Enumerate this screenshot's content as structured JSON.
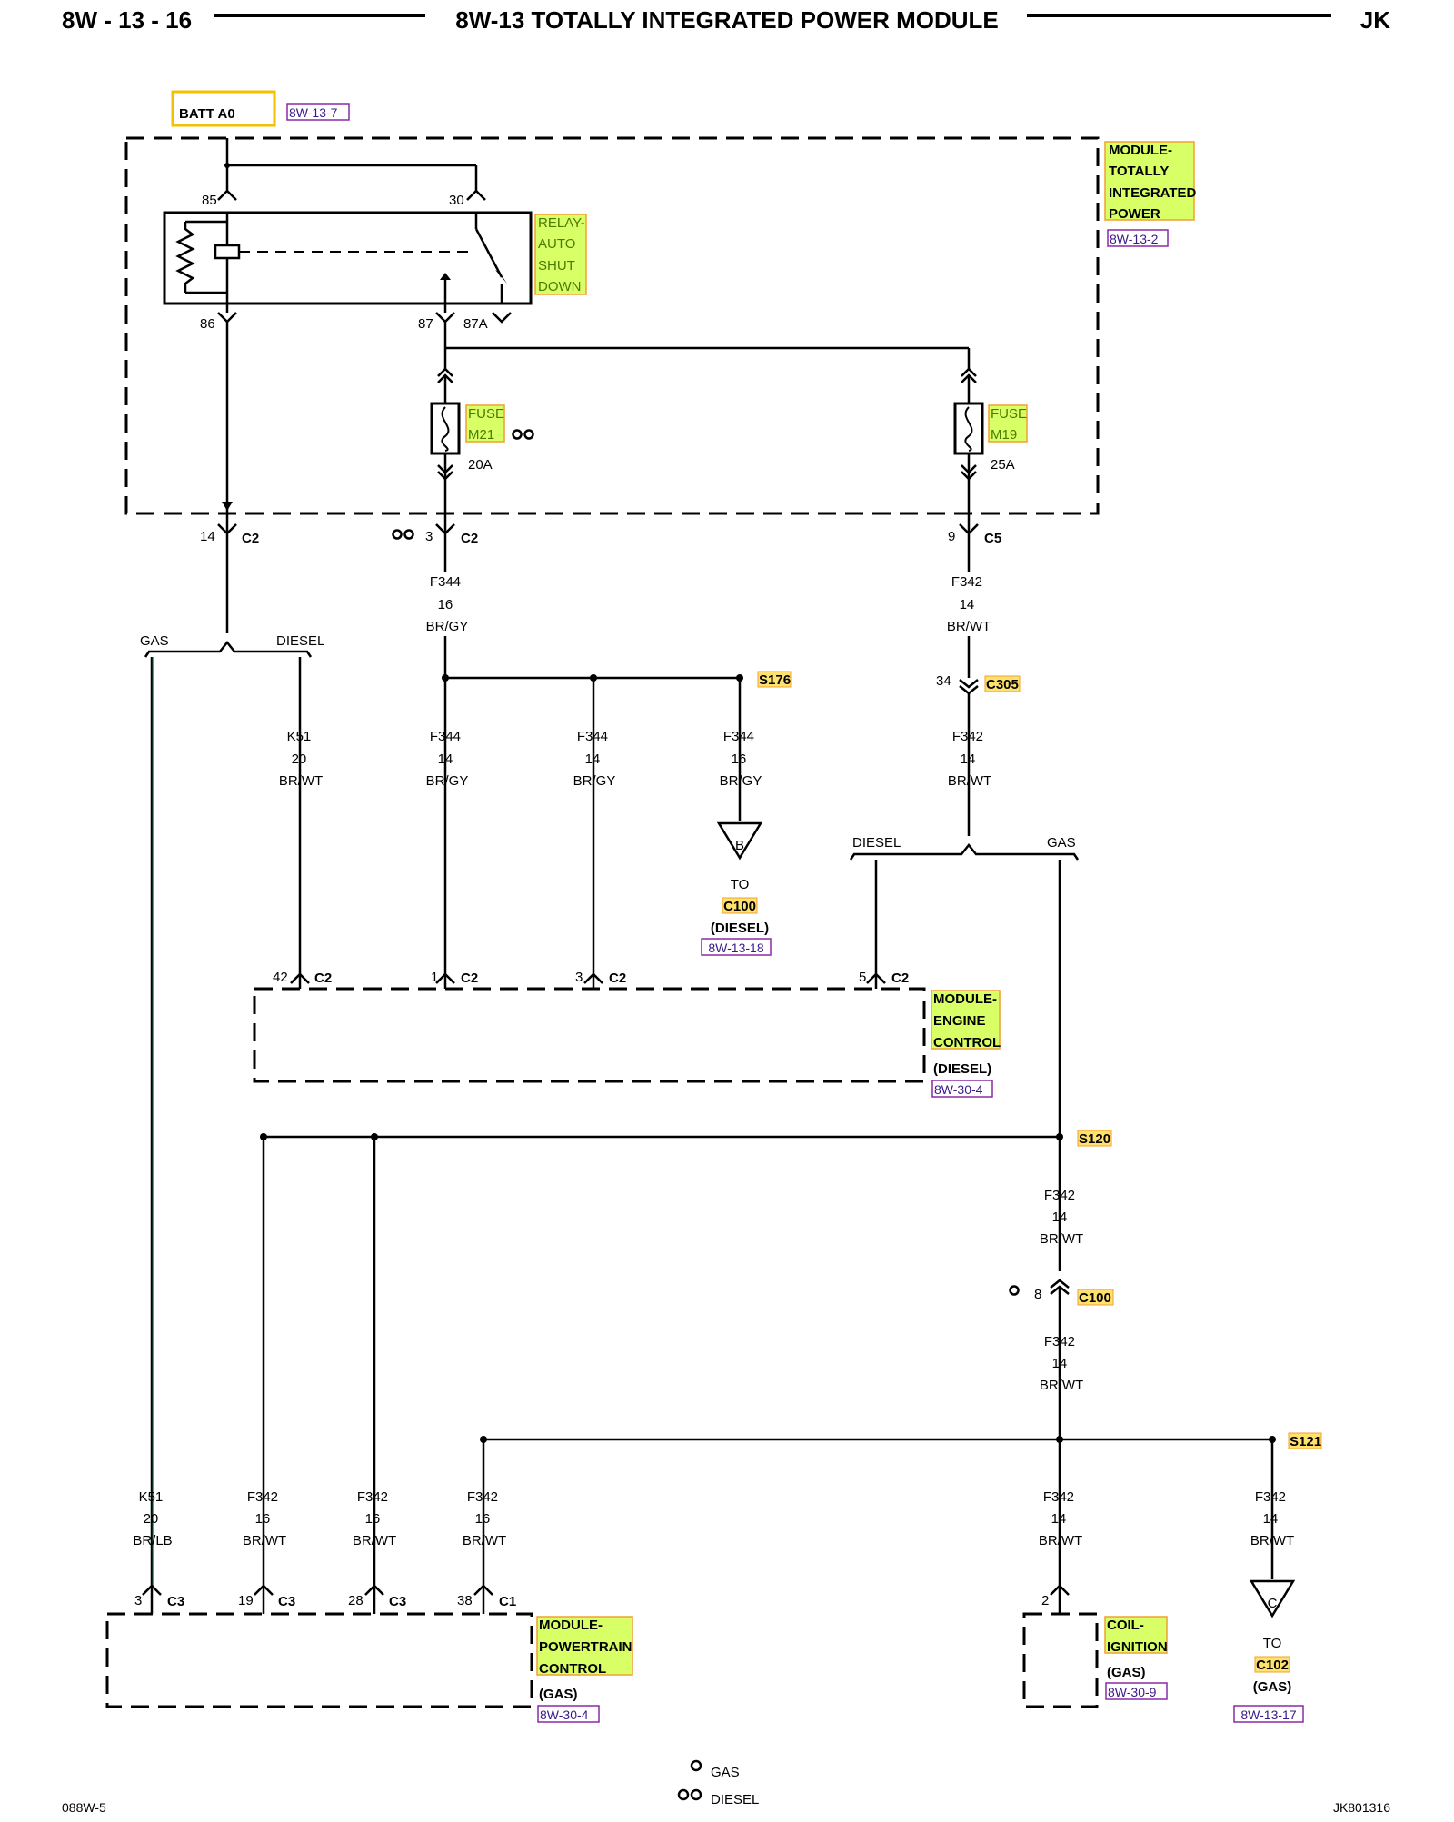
{
  "header": {
    "page_number": "8W - 13 - 16",
    "title": "8W-13 TOTALLY INTEGRATED POWER MODULE",
    "model": "JK"
  },
  "footer": {
    "left_code": "088W-5",
    "right_code": "JK801316"
  },
  "legend": {
    "gas": "GAS",
    "diesel": "DIESEL"
  },
  "source": {
    "label": "BATT A0",
    "ref": "8W-13-7"
  },
  "tipm": {
    "lines": [
      "MODULE-",
      "TOTALLY",
      "INTEGRATED",
      "POWER"
    ],
    "ref": "8W-13-2"
  },
  "relay": {
    "lines": [
      "RELAY-",
      "AUTO",
      "SHUT",
      "DOWN"
    ],
    "pins": {
      "p85": "85",
      "p30": "30",
      "p86": "86",
      "p87": "87",
      "p87a": "87A"
    }
  },
  "fuses": [
    {
      "lines": [
        "FUSE",
        "M21"
      ],
      "rating": "20A"
    },
    {
      "lines": [
        "FUSE",
        "M19"
      ],
      "rating": "25A"
    }
  ],
  "connectors": {
    "c2_14": {
      "pin": "14",
      "name": "C2"
    },
    "c2_3": {
      "pin": "3",
      "name": "C2"
    },
    "c5_9": {
      "pin": "9",
      "name": "C5"
    },
    "c305": {
      "pin": "34",
      "name": "C305"
    },
    "c100": {
      "pin": "8",
      "name": "C100"
    },
    "ecm_42": {
      "pin": "42",
      "name": "C2"
    },
    "ecm_1": {
      "pin": "1",
      "name": "C2"
    },
    "ecm_3": {
      "pin": "3",
      "name": "C2"
    },
    "ecm_5": {
      "pin": "5",
      "name": "C2"
    },
    "pcm_3": {
      "pin": "3",
      "name": "C3"
    },
    "pcm_19": {
      "pin": "19",
      "name": "C3"
    },
    "pcm_28": {
      "pin": "28",
      "name": "C3"
    },
    "pcm_38": {
      "pin": "38",
      "name": "C1"
    },
    "coil_2": {
      "pin": "2"
    }
  },
  "splices": {
    "s176": "S176",
    "s120": "S120",
    "s121": "S121"
  },
  "branches": {
    "top": {
      "left": "GAS",
      "right": "DIESEL"
    },
    "mid": {
      "left": "DIESEL",
      "right": "GAS"
    }
  },
  "wires": {
    "f344_main": {
      "circuit": "F344",
      "gauge": "16",
      "color": "BR/GY"
    },
    "f342_main": {
      "circuit": "F342",
      "gauge": "14",
      "color": "BR/WT"
    },
    "k51_diesel": {
      "circuit": "K51",
      "gauge": "20",
      "color": "BR/WT"
    },
    "f344_a": {
      "circuit": "F344",
      "gauge": "14",
      "color": "BR/GY"
    },
    "f344_b": {
      "circuit": "F344",
      "gauge": "14",
      "color": "BR/GY"
    },
    "f344_c": {
      "circuit": "F344",
      "gauge": "16",
      "color": "BR/GY"
    },
    "f342_c305": {
      "circuit": "F342",
      "gauge": "14",
      "color": "BR/WT"
    },
    "f342_s120": {
      "circuit": "F342",
      "gauge": "14",
      "color": "BR/WT"
    },
    "f342_c100": {
      "circuit": "F342",
      "gauge": "14",
      "color": "BR/WT"
    },
    "k51_gas": {
      "circuit": "K51",
      "gauge": "20",
      "color": "BR/LB"
    },
    "f342_p19": {
      "circuit": "F342",
      "gauge": "16",
      "color": "BR/WT"
    },
    "f342_p28": {
      "circuit": "F342",
      "gauge": "16",
      "color": "BR/WT"
    },
    "f342_p38": {
      "circuit": "F342",
      "gauge": "16",
      "color": "BR/WT"
    },
    "f342_coil": {
      "circuit": "F342",
      "gauge": "14",
      "color": "BR/WT"
    },
    "f342_c102": {
      "circuit": "F342",
      "gauge": "14",
      "color": "BR/WT"
    }
  },
  "offpage": {
    "b": {
      "letter": "B",
      "to": "TO",
      "conn": "C100",
      "variant": "(DIESEL)",
      "ref": "8W-13-18"
    },
    "c": {
      "letter": "C",
      "to": "TO",
      "conn": "C102",
      "variant": "(GAS)",
      "ref": "8W-13-17"
    }
  },
  "modules": {
    "ecm": {
      "lines": [
        "MODULE-",
        "ENGINE",
        "CONTROL"
      ],
      "variant": "(DIESEL)",
      "ref": "8W-30-4"
    },
    "pcm": {
      "lines": [
        "MODULE-",
        "POWERTRAIN",
        "CONTROL"
      ],
      "variant": "(GAS)",
      "ref": "8W-30-4"
    },
    "coil": {
      "lines": [
        "COIL-",
        "IGNITION"
      ],
      "variant": "(GAS)",
      "ref": "8W-30-9"
    }
  }
}
